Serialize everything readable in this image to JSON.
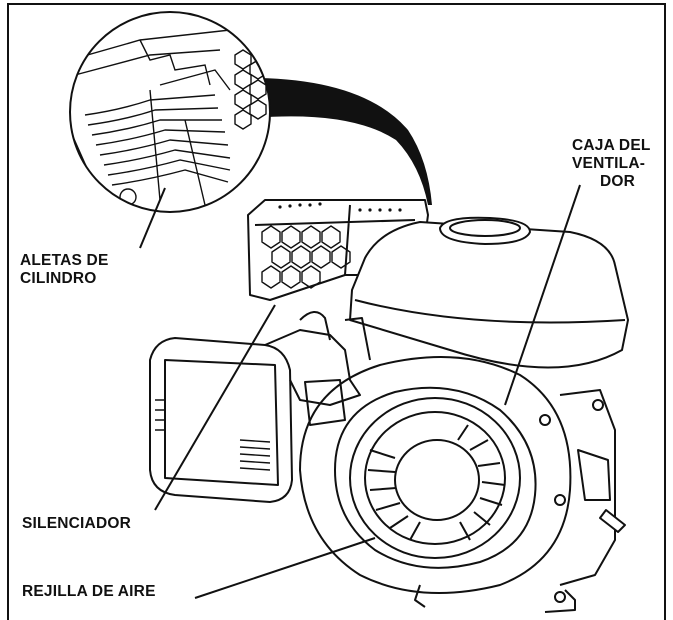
{
  "labels": {
    "fan_housing": [
      "CAJA DEL",
      "VENTILA-",
      "DOR"
    ],
    "cylinder_fins": [
      "ALETAS DE",
      "CILINDRO"
    ],
    "muffler": "SILENCIADOR",
    "air_grille": "REJILLA DE AIRE"
  },
  "colors": {
    "ink": "#111111",
    "paper": "#ffffff"
  }
}
